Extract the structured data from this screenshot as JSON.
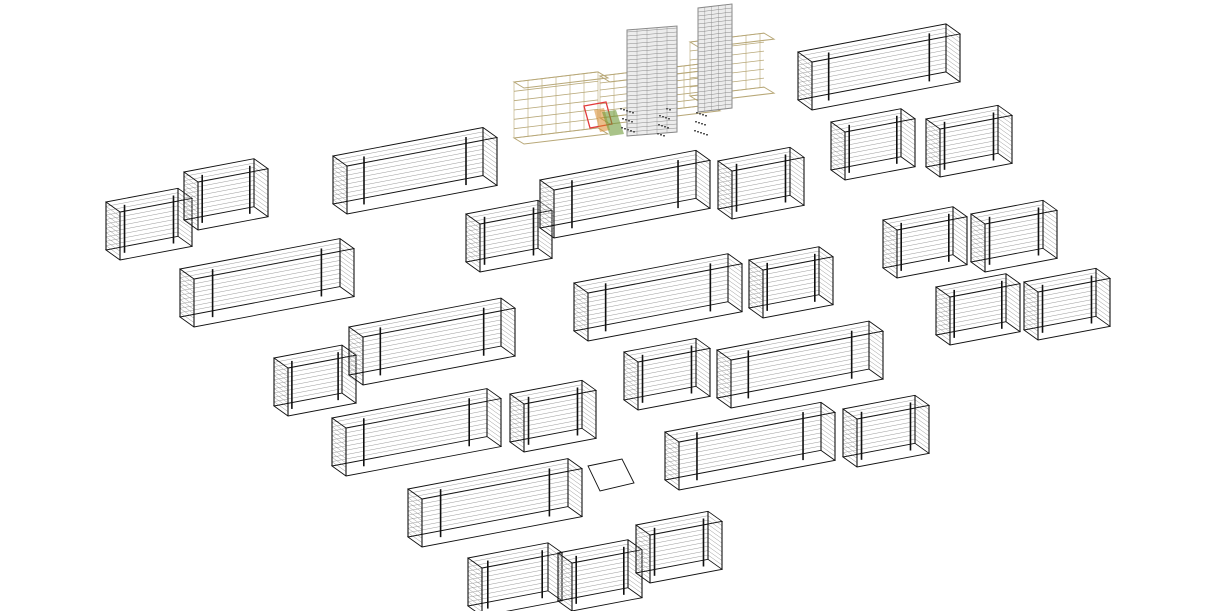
{
  "drawing": {
    "background": "#ffffff",
    "line_color": "#111111",
    "hatch_color": "#9a9a9a",
    "tower_color": "#8a8a8a",
    "podium_color": "#b8a878",
    "accent_red": "#e23a3a",
    "accent_green": "#6f9b3a",
    "accent_orange": "#d98b2b"
  },
  "blocks": [
    {
      "id": "b01",
      "segments": 1
    },
    {
      "id": "b02",
      "segments": 1
    },
    {
      "id": "b03",
      "segments": 2
    },
    {
      "id": "b04",
      "segments": 1
    },
    {
      "id": "b05",
      "segments": 2
    },
    {
      "id": "b06",
      "segments": 2
    },
    {
      "id": "b07",
      "segments": 1
    },
    {
      "id": "b08",
      "segments": 2
    },
    {
      "id": "b09",
      "segments": 2
    },
    {
      "id": "b10",
      "segments": 2
    },
    {
      "id": "b11",
      "segments": 2
    },
    {
      "id": "b12",
      "segments": 2
    },
    {
      "id": "b13",
      "segments": 2
    },
    {
      "id": "b14",
      "segments": 2
    },
    {
      "id": "b15",
      "segments": 1
    },
    {
      "id": "b16",
      "segments": 3
    }
  ],
  "site_pad": {
    "shown": true
  },
  "complex": {
    "towers": 2,
    "podium": true
  }
}
